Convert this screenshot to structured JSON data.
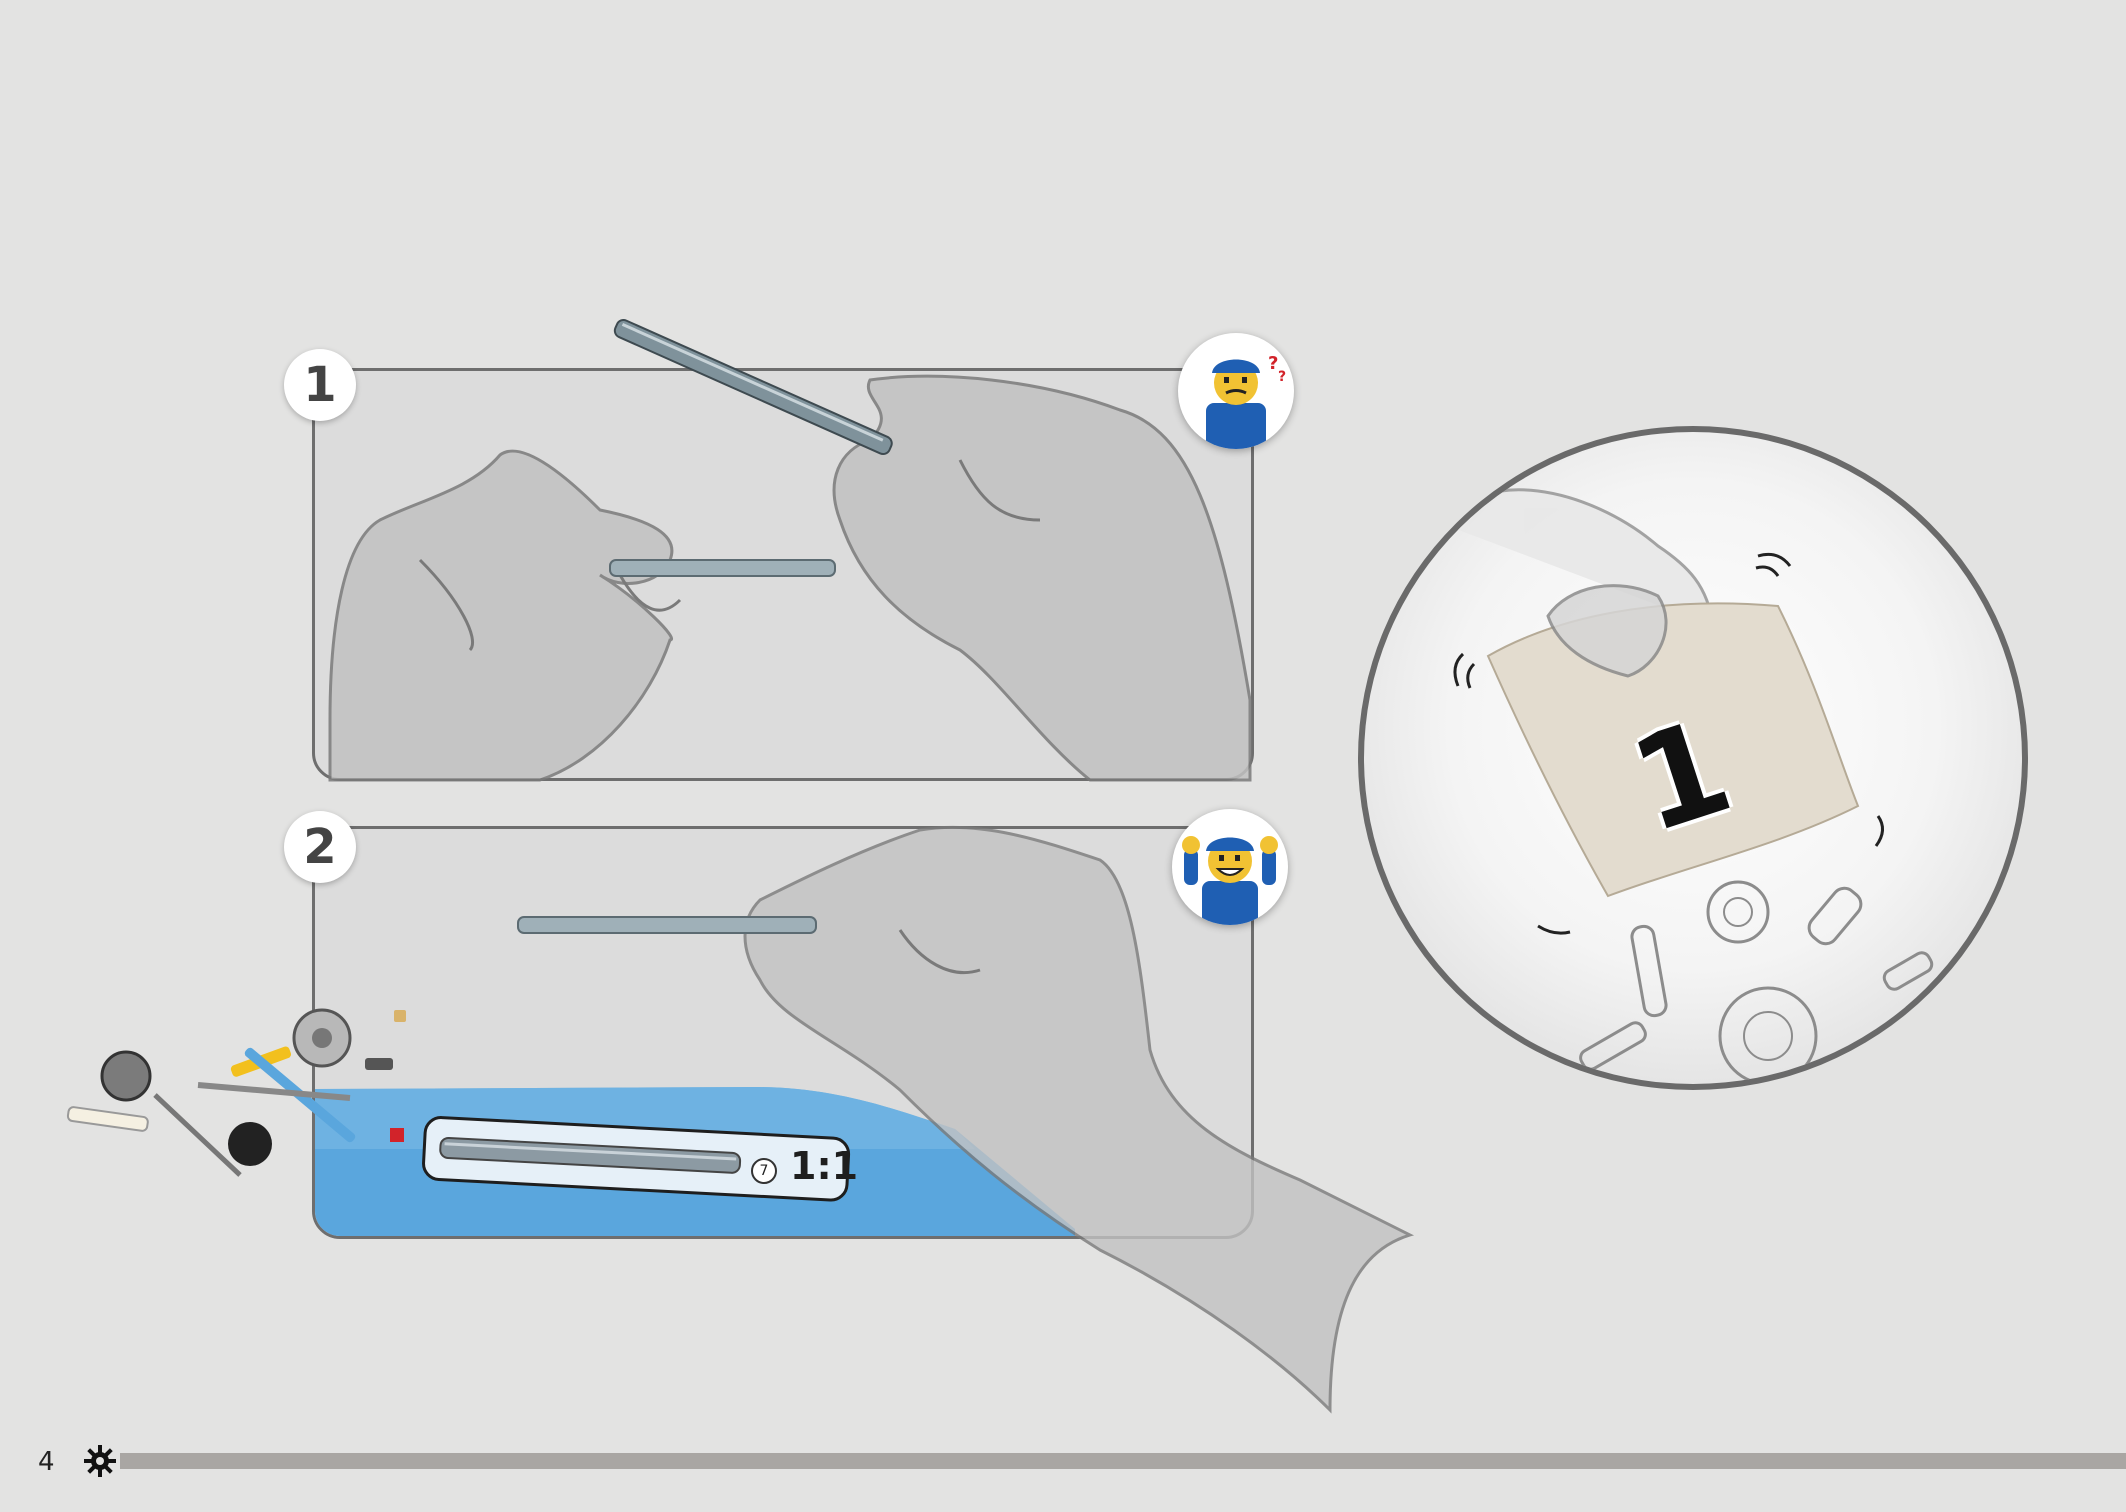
{
  "steps": [
    {
      "number": "1"
    },
    {
      "number": "2"
    }
  ],
  "avatars": [
    {
      "icon": "minifigure-confused-icon"
    },
    {
      "icon": "minifigure-cheering-icon"
    }
  ],
  "part_callout": {
    "quantity_label": "7",
    "scale_label": "1:1"
  },
  "bag_callout": {
    "bag_number": "1"
  },
  "footer": {
    "page_number": "4",
    "icon": "gear-icon"
  },
  "colors": {
    "background": "#e3e3e2",
    "panel_border": "#6e6e6e",
    "mat_blue": "#5aa6dd",
    "avatar_blue": "#1f5fb3",
    "footer_bar": "#a9a6a3"
  }
}
